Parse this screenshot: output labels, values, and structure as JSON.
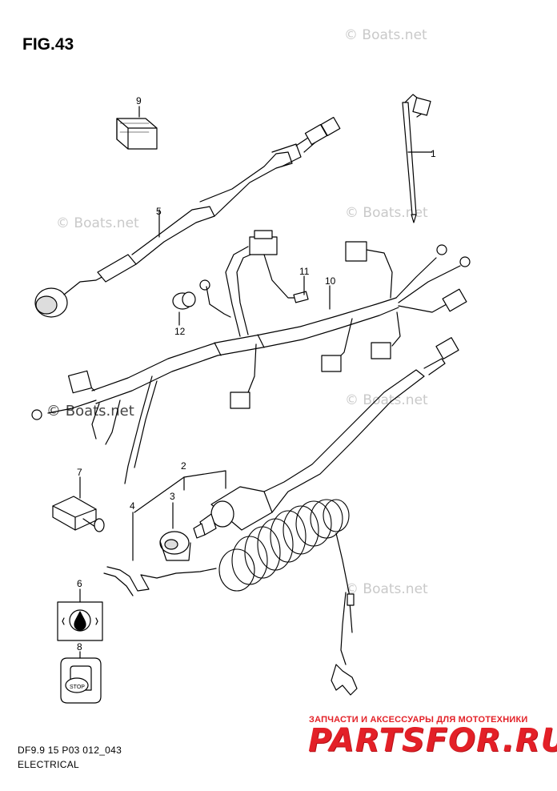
{
  "figure": {
    "title": "FIG.43"
  },
  "watermarks": [
    "© Boats.net",
    "© Boats.net",
    "© Boats.net",
    "© Boats.net",
    "© Boats.net",
    "© Boats.net"
  ],
  "callouts": [
    "1",
    "2",
    "3",
    "4",
    "5",
    "6",
    "7",
    "8",
    "9",
    "10",
    "11",
    "12"
  ],
  "stop_text": "STOP",
  "footer": {
    "code": "DF9.9 15 P03 012_043",
    "section": "ELECTRICAL"
  },
  "promo": {
    "tagline": "ЗАПЧАСТИ И АКСЕССУАРЫ ДЛЯ МОТОТЕХНИКИ",
    "logo": "PARTSFOR.RU"
  },
  "colors": {
    "line": "#000000",
    "watermark": "#c9c9c9",
    "promo": "#e32027"
  }
}
